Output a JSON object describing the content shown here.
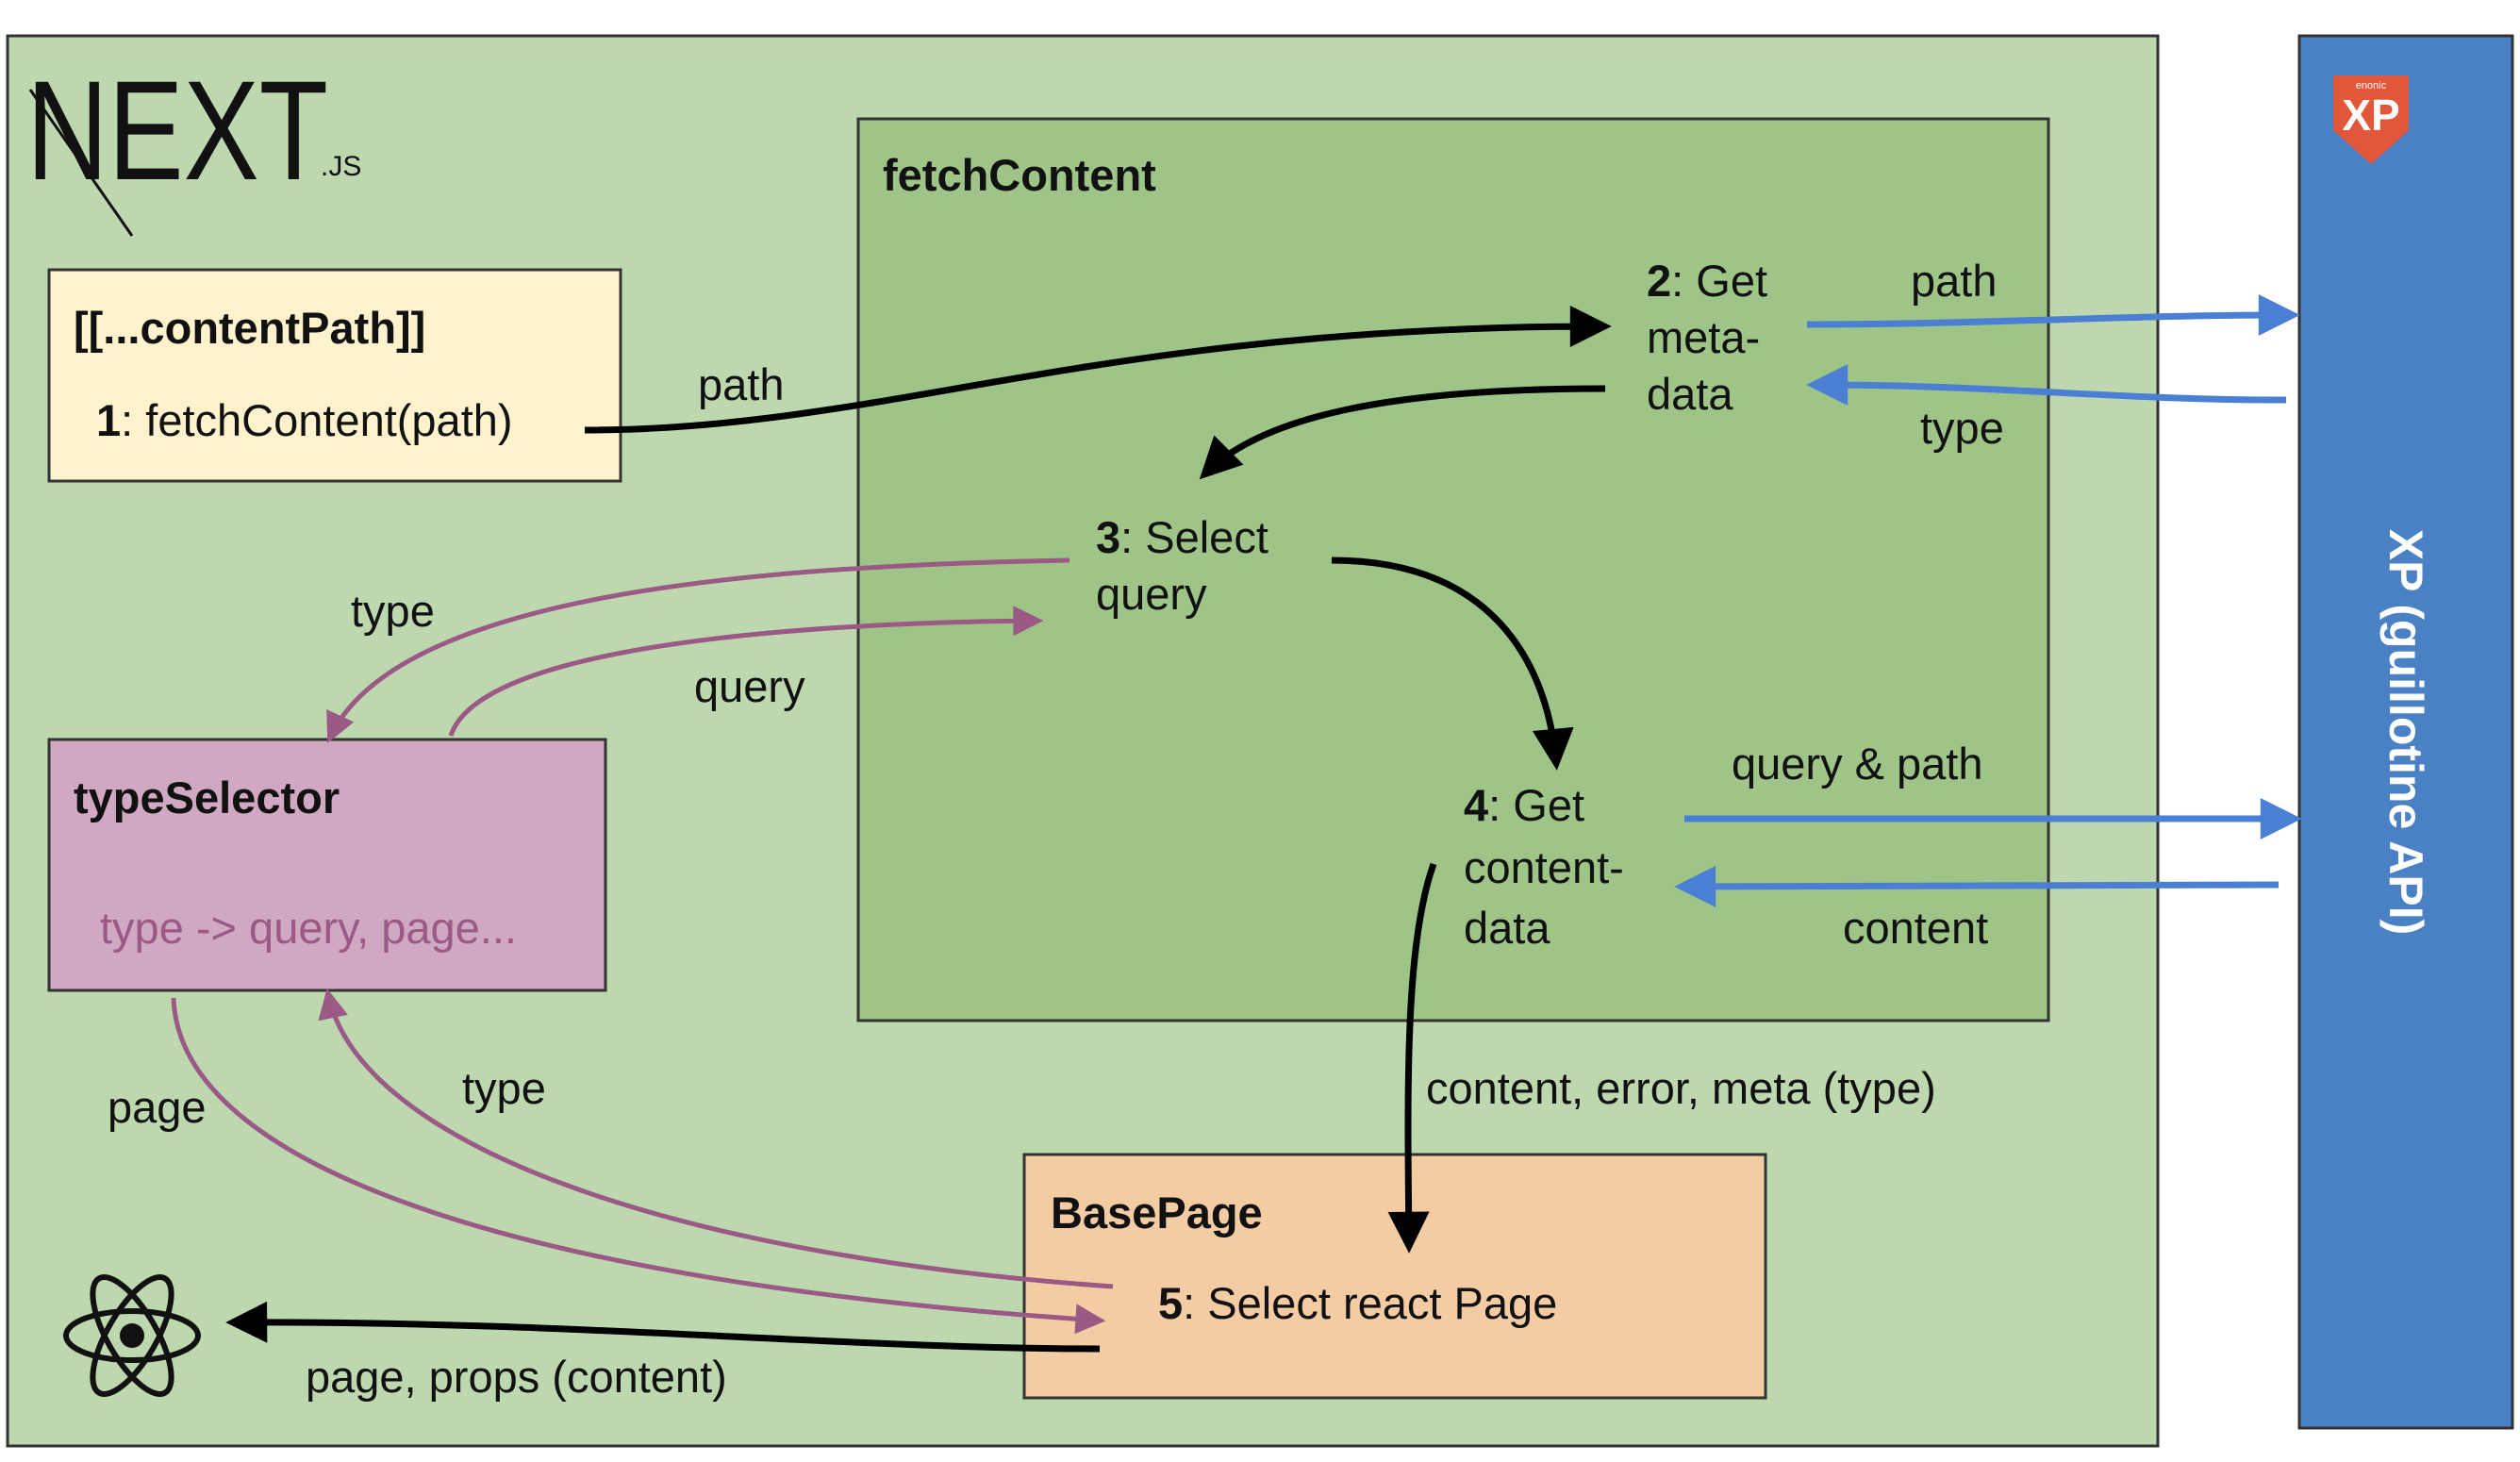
{
  "colors": {
    "outer_bg": "#bdd7af",
    "fetch_bg": "#9ec487",
    "content_path_bg": "#fff2cc",
    "type_selector_bg": "#d0a8c2",
    "base_page_bg": "#f3cca3",
    "xp_panel_bg": "#4a80c4",
    "black_arrow": "#000000",
    "purple_arrow": "#9a5a85",
    "blue_arrow": "#4a7fd4",
    "xp_logo": "#e2563a"
  },
  "logos": {
    "next_main": "NEXT",
    "next_suffix": ".JS",
    "xp_logo": "XP",
    "xp_logo_small": "enonic",
    "react_icon": "react-atom"
  },
  "content_path_box": {
    "title": "[[...contentPath]]",
    "step_num": "1",
    "step_text": ": fetchContent(path)"
  },
  "fetch_content_box": {
    "title": "fetchContent"
  },
  "steps": {
    "step2": {
      "num": "2",
      "line1": ": Get",
      "line2": "meta-",
      "line3": "data"
    },
    "step3": {
      "num": "3",
      "line1": ": Select",
      "line2": "query"
    },
    "step4": {
      "num": "4",
      "line1": ": Get",
      "line2": "content-",
      "line3": "data"
    }
  },
  "type_selector_box": {
    "title": "typeSelector",
    "body": "type -> query, page..."
  },
  "base_page_box": {
    "title": "BasePage",
    "step_num": "5",
    "step_text": ": Select react Page"
  },
  "xp_panel": {
    "label": "XP (guillotine API)"
  },
  "edge_labels": {
    "path_to_meta": "path",
    "path_to_xp": "path",
    "type_from_xp": "type",
    "type_to_selector": "type",
    "query_from_selector": "query",
    "query_path_to_xp": "query & path",
    "content_from_xp": "content",
    "content_to_basepage": "content, error, meta (type)",
    "page_from_selector": "page",
    "type_to_selector_from_page": "type",
    "page_props_out": "page, props (content)"
  }
}
